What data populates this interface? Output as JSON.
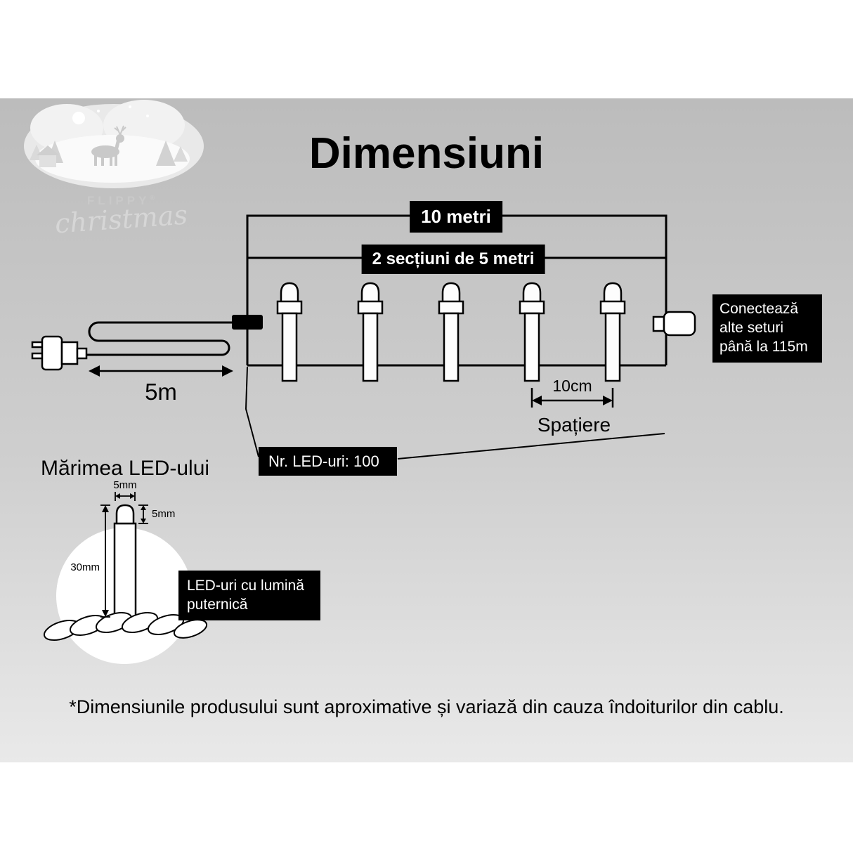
{
  "page": {
    "title": "Dimensiuni",
    "disclaimer": "*Dimensiunile produsului sunt aproximative și variază din cauza îndoiturilor din cablu."
  },
  "logo": {
    "brand": "FLIPPY",
    "registered_mark": "®",
    "script": "christmas"
  },
  "string_diagram": {
    "total_length_label": "10 metri",
    "sections_label": "2 secțiuni de 5 metri",
    "lead_length_label": "5m",
    "connect_note": "Conectează alte seturi până la 115m",
    "spacing_value": "10cm",
    "spacing_caption": "Spațiere",
    "led_count_label": "Nr. LED-uri: 100",
    "bulb_count": 5
  },
  "led_detail": {
    "section_title": "Mărimea LED-ului",
    "dome_width_label": "5mm",
    "dome_height_label": "5mm",
    "total_height_label": "30mm",
    "note": "LED-uri cu lumină puternică"
  },
  "colors": {
    "background_top": "#bcbcbc",
    "background_bottom": "#e9e9e9",
    "label_background": "#000000",
    "label_text": "#ffffff",
    "line_color": "#000000",
    "bulb_fill": "#fdfdfd"
  }
}
